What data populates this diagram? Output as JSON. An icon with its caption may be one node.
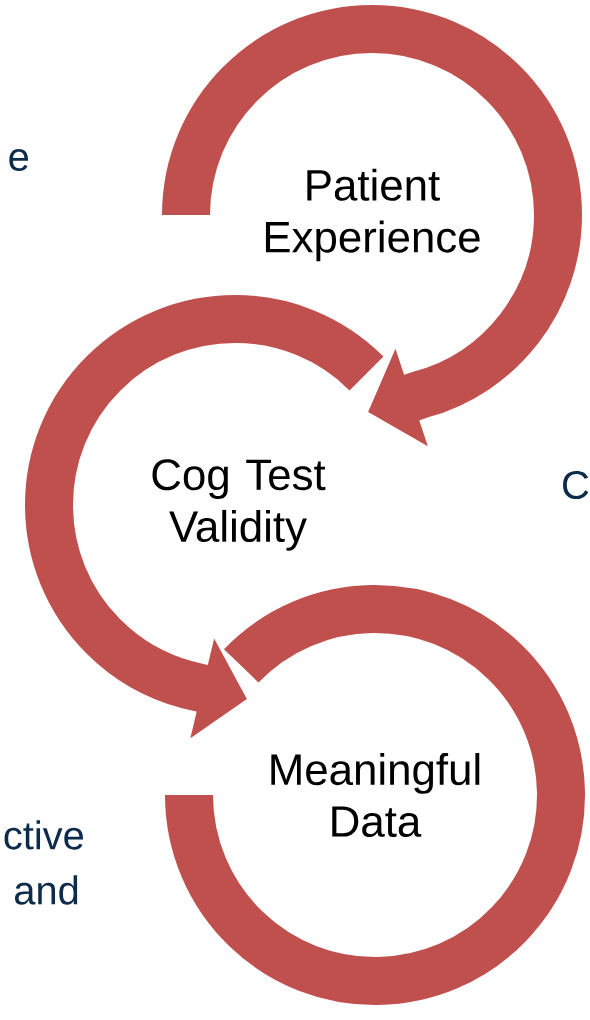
{
  "diagram": {
    "nodes": [
      {
        "text": [
          "Patient Experience"
        ]
      },
      {
        "text": [
          "Cog Test Validity"
        ]
      },
      {
        "text": [
          "Meaningful Data"
        ]
      }
    ],
    "labels": [
      "e",
      "C",
      "ctive",
      "and"
    ]
  }
}
